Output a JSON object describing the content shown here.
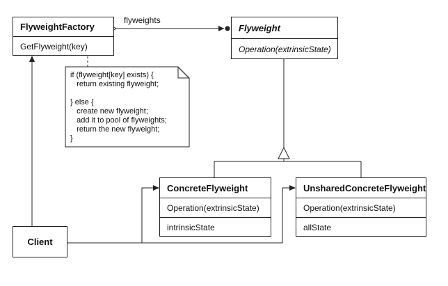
{
  "factory": {
    "name": "FlyweightFactory",
    "operation": "GetFlyweight(key)"
  },
  "flyweight": {
    "name": "Flyweight",
    "operation": "Operation(extrinsicState)"
  },
  "concrete": {
    "name": "ConcreteFlyweight",
    "operation": "Operation(extrinsicState)",
    "attribute": "intrinsicState"
  },
  "unshared": {
    "name": "UnsharedConcreteFlyweight",
    "operation": "Operation(extrinsicState)",
    "attribute": "allState"
  },
  "client": {
    "name": "Client"
  },
  "association_label": "flyweights",
  "note": {
    "lines": [
      "if (flyweight[key] exists) {",
      "   return existing flyweight;",
      "",
      "} else {",
      "   create new flyweight;",
      "   add it to pool of flyweights;",
      "   return the new flyweight;",
      "}"
    ]
  }
}
